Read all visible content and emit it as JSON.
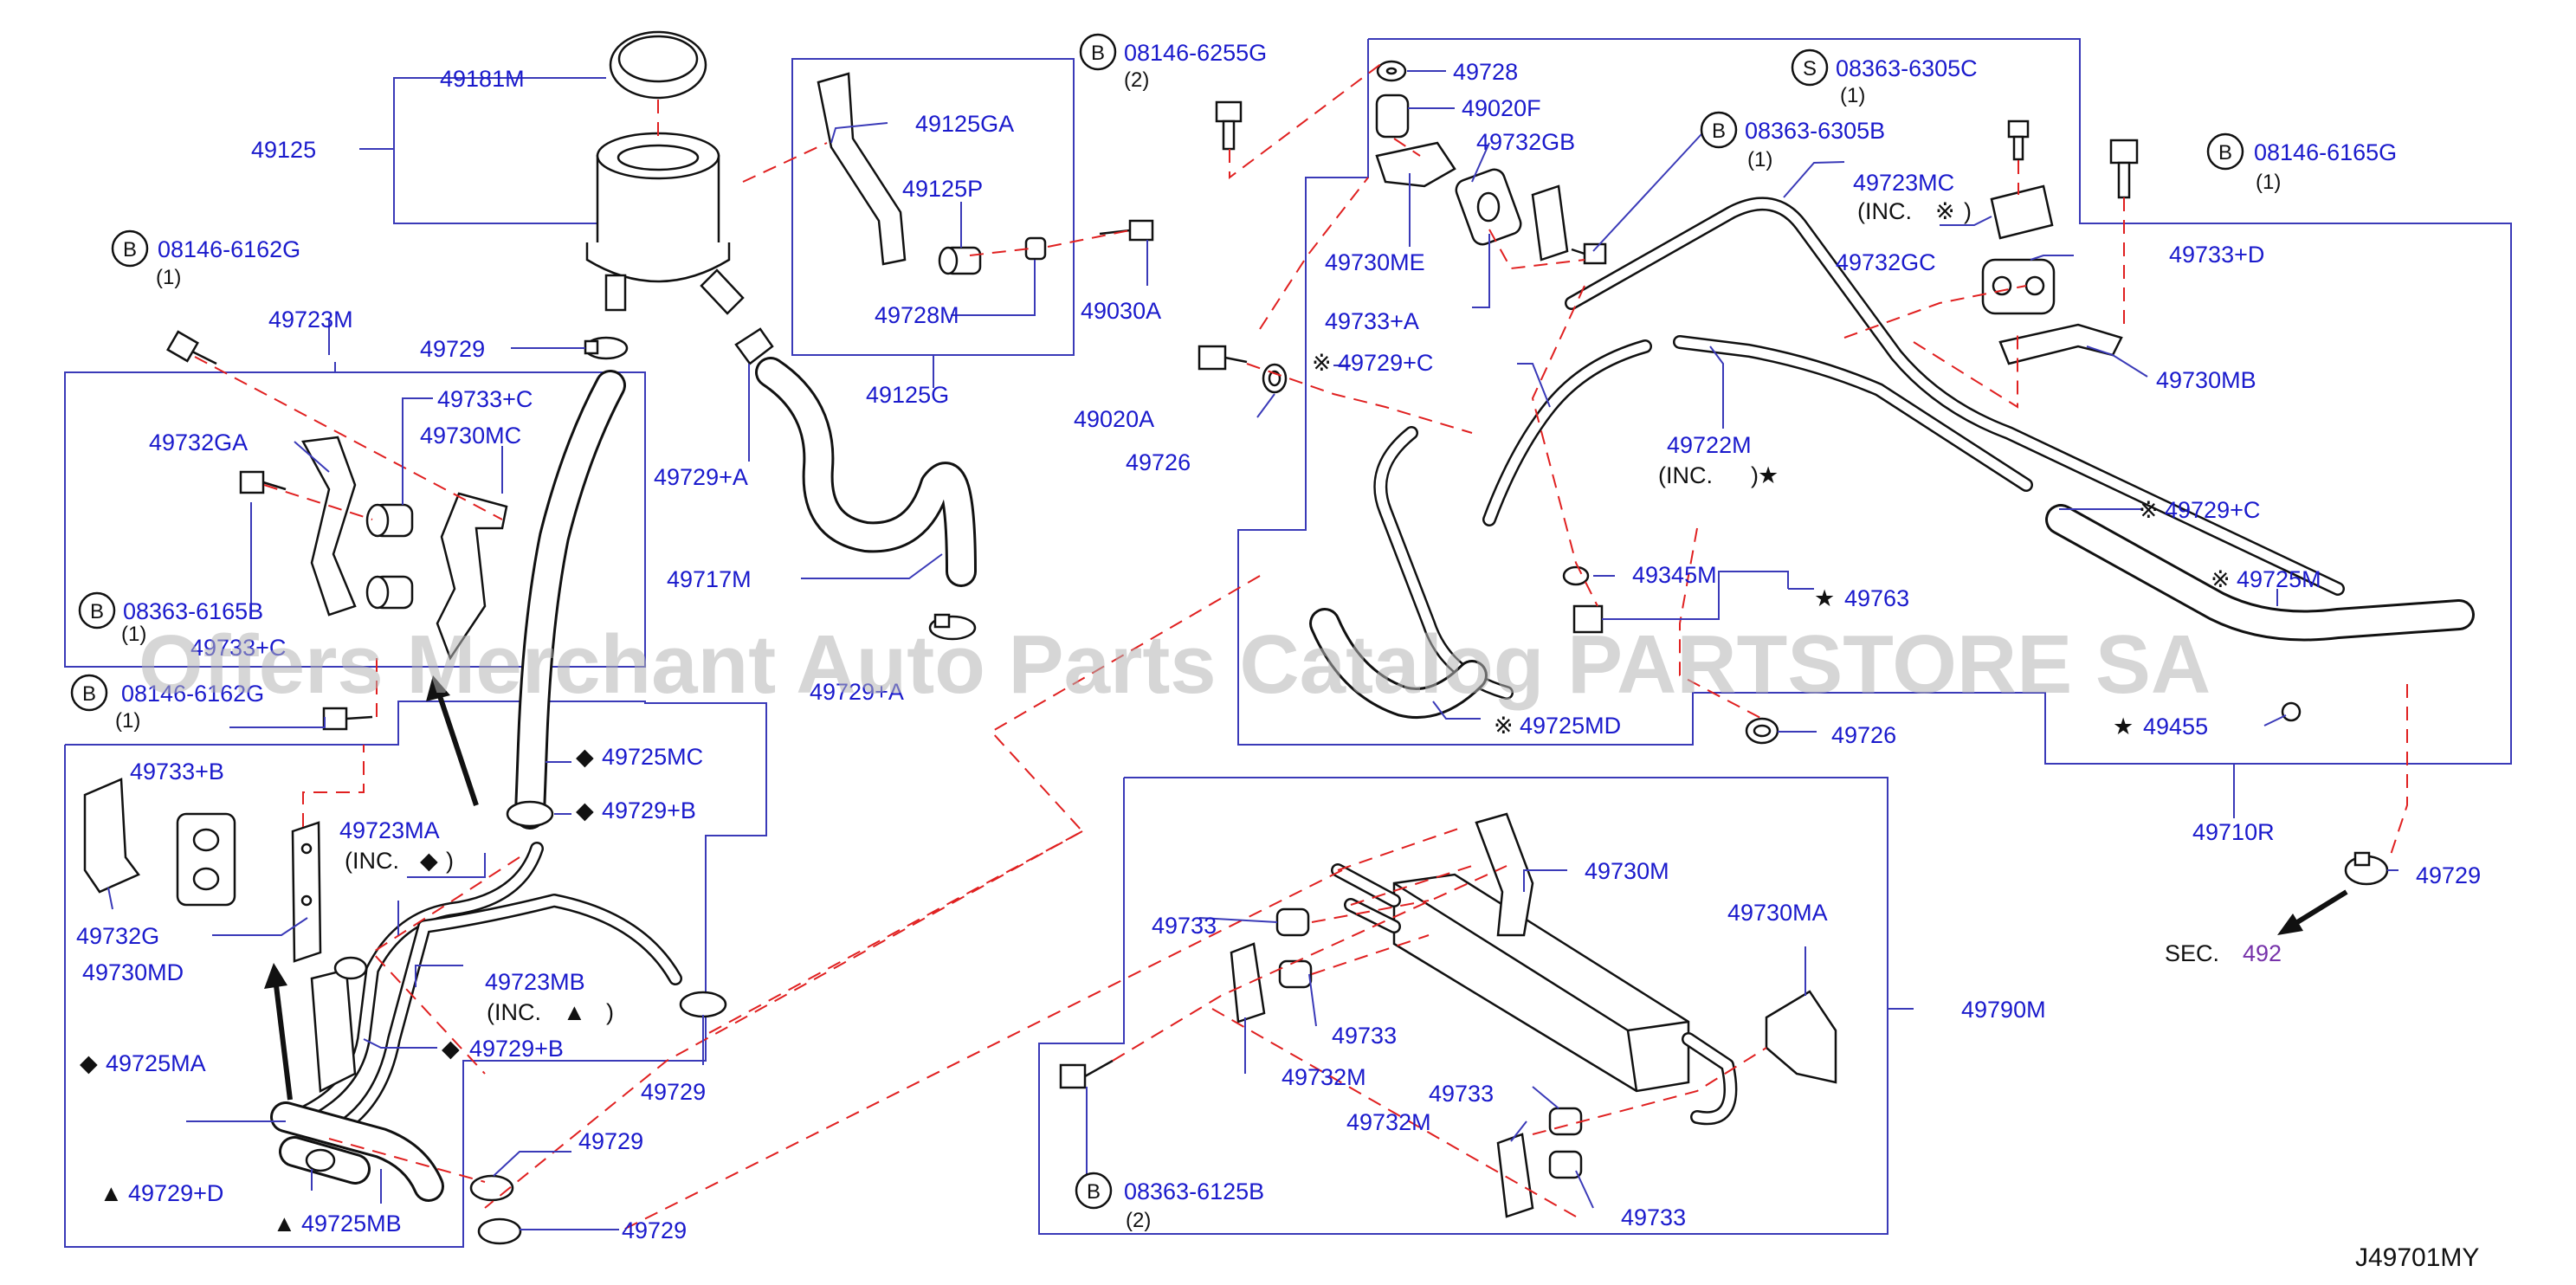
{
  "diagram_code": "J49701MY",
  "watermark": "Offers Merchant Auto Parts Catalog PARTSTORE SA",
  "section_ref": {
    "prefix": "SEC.",
    "number": "492"
  },
  "bolt_symbols": {
    "b": "B",
    "s": "S"
  },
  "qty": {
    "one": "(1)",
    "two": "(2)"
  },
  "labels": {
    "p49181m": "49181M",
    "p49125": "49125",
    "p49729_top": "49729",
    "p49729a_1": "49729+A",
    "p49717m": "49717M",
    "p49729a_2": "49729+A",
    "p49125ga": "49125GA",
    "p49125p": "49125P",
    "p49728m": "49728M",
    "p49030a": "49030A",
    "p49125g": "49125G",
    "b08146_6255g": "08146-6255G",
    "b08146_6162g_top": "08146-6162G",
    "p49723m": "49723M",
    "p49732ga": "49732GA",
    "p49733c_l": "49733+C",
    "p49730mc": "49730MC",
    "b08363_6165b": "08363-6165B",
    "p49733c_hidden": "49733+C",
    "b08146_6162g_bot": "08146-6162G",
    "p49733b": "49733+B",
    "p49732g": "49732G",
    "p49730md": "49730MD",
    "p49723ma": "49723MA",
    "inc_ma": "(INC.",
    "p49725mc": "49725MC",
    "p49729b_1": "49729+B",
    "p49723mb": "49723MB",
    "inc_mb": "(INC.",
    "p49729b_2": "49729+B",
    "p49725ma": "49725MA",
    "p49729d": "49729+D",
    "p49725mb": "49725MB",
    "p49729_mid": "49729",
    "p49729_b1": "49729",
    "p49729_b2": "49729",
    "p49728": "49728",
    "p49020f": "49020F",
    "p49732gb": "49732GB",
    "p49730me": "49730ME",
    "p49733a": "49733+A",
    "p49729c_1": "49729+C",
    "p49020a": "49020A",
    "p49726_1": "49726",
    "b08363_6305b": "08363-6305B",
    "b08363_6305c": "08363-6305C",
    "p49723mc": "49723MC",
    "inc_mc": "(INC.",
    "p49732gc": "49732GC",
    "p49733d": "49733+D",
    "b08146_6165g": "08146-6165G",
    "p49730mb": "49730MB",
    "p49722m": "49722M",
    "inc_722": "(INC.",
    "p49729c_2": "49729+C",
    "p49725m": "49725M",
    "p49345m": "49345M",
    "p49763": "49763",
    "p49725md": "49725MD",
    "p49726_2": "49726",
    "p49455": "49455",
    "p49710r": "49710R",
    "p49729_r": "49729",
    "p49730m": "49730M",
    "p49730ma": "49730MA",
    "p49733_1": "49733",
    "p49733_2": "49733",
    "p49732m_1": "49732M",
    "p49733_3": "49733",
    "p49732m_2": "49732M",
    "p49733_4": "49733",
    "p49790m": "49790M",
    "b08363_6125b": "08363-6125B"
  },
  "marks": {
    "diamond": "◆",
    "triangle": "▲",
    "star": "★",
    "note": "※",
    "close": ")"
  }
}
